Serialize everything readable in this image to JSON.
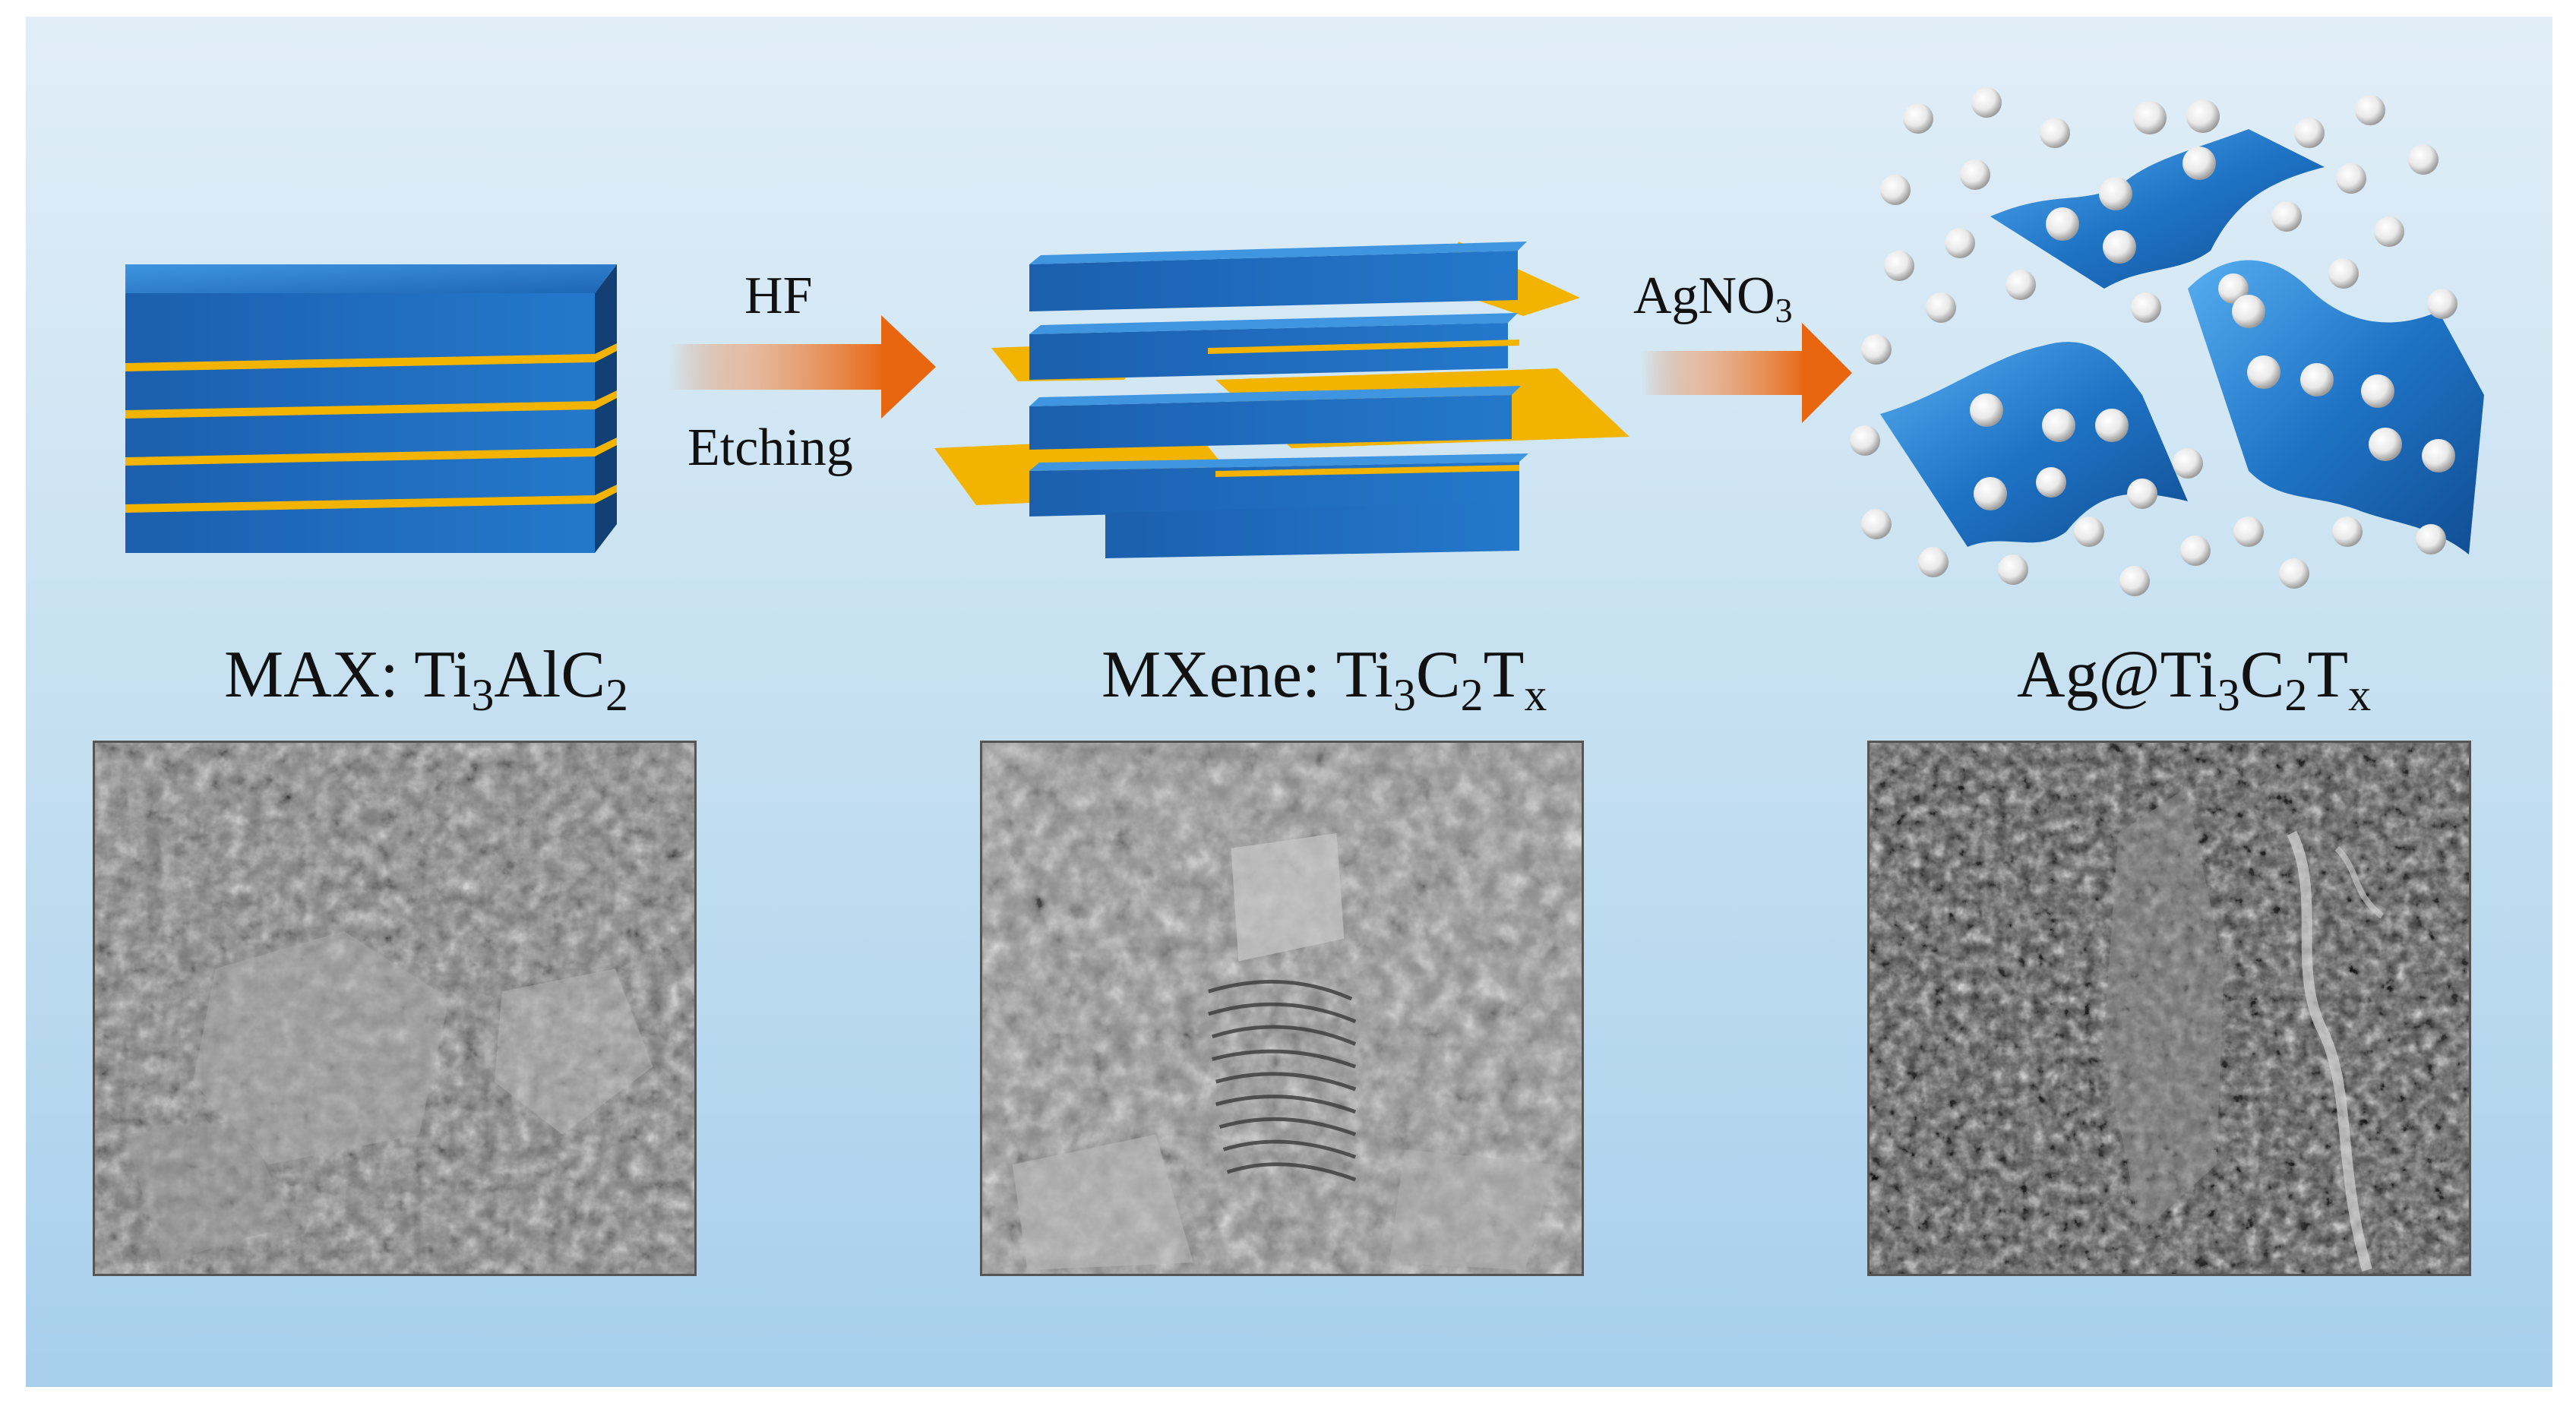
{
  "labels": {
    "max_prefix": "MAX: Ti",
    "max_sub1": "3",
    "max_mid": "AlC",
    "max_sub2": "2",
    "mxene_prefix": "MXene: Ti",
    "mxene_sub1": "3",
    "mxene_mid1": "C",
    "mxene_sub2": "2",
    "mxene_mid2": "T",
    "mxene_sub3": "x",
    "ag_prefix": "Ag@Ti",
    "ag_sub1": "3",
    "ag_mid1": "C",
    "ag_sub2": "2",
    "ag_mid2": "T",
    "ag_sub3": "x"
  },
  "steps": {
    "hf": "HF",
    "etching": "Etching",
    "agno3_main": "AgNO",
    "agno3_sub": "3"
  },
  "colors": {
    "layer_blue": "#1e6fc0",
    "layer_blue_dark": "#164f8f",
    "layer_gold": "#f2b400",
    "arrow_orange": "#e8660f",
    "nanoparticle": "#f2f2f2",
    "sem_gray": "#8a8a8a"
  },
  "icons": {
    "max_phase": "layered-block-icon",
    "mxene": "exfoliated-layers-icon",
    "composite": "sheets-with-nanoparticles-icon"
  }
}
